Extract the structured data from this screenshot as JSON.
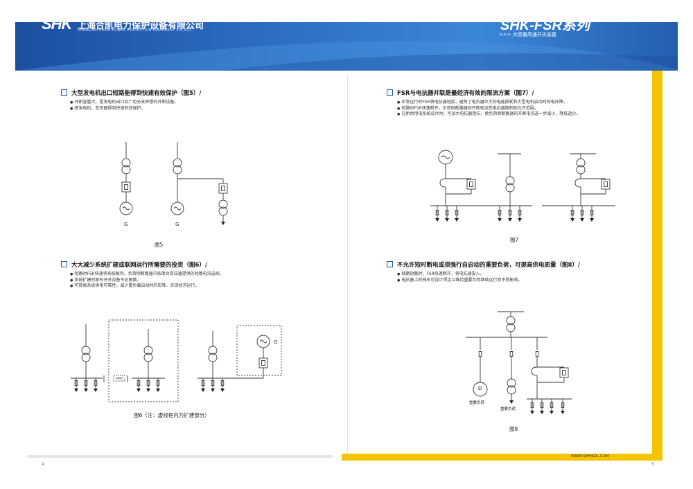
{
  "header": {
    "logo": "SHK",
    "company_cn": "上海合凯电力保护设备有限公司",
    "company_en": "SHANGHAI HEKAI POWER PROTECTION EQUIPMENT CO.,LTD",
    "series": "SHK-FSR系列",
    "series_sub": ">>> 大容量高速开关装置"
  },
  "sections": [
    {
      "title": "大型发电机出口短路能得到快速有效保护（图5）/",
      "bullets": [
        "开断容量大，是发电机出口及厂用分支即想的开断设备。",
        "使发电机、变压器得到快速有效保护。"
      ],
      "figure_caption": "图5",
      "labels": [
        "G",
        "G"
      ]
    },
    {
      "title": "FSR与电抗器并联是最经济有效的限流方案（图7）/",
      "bullets": [
        "正常运行时FSR将电抗器短接，避免了电抗器巨大的电能损耗和大型电机启动时的电压降。",
        "短路时FSR快速断开，负荷侧断路器的开断电流受电抗器限制到允许范围。",
        "在新供用电系统设计时，可加大电抗器阻抗，使负荷侧断路器的开断电流进一步减小，降低造价。"
      ],
      "figure_caption": "图7"
    },
    {
      "title": "大大减少系统扩建或联网运行所需要的投资（图6）/",
      "bullets": [
        "短路时FSR快速将系统解列，负荷侧断路器只按单台变压器提供的短路电流选择。",
        "系统扩建时原有开关设备不必更换。",
        "可提高系统供电可靠性，减少重负载启动时的压降，实现经济运行。"
      ],
      "figure_caption": "图6（注：虚线框内为扩建部分）",
      "labels": [
        "G"
      ]
    },
    {
      "title": "不允许短时断电或须强行自启动的重要负荷，可提高供电质量（图8）/",
      "bullets": [
        "线路短路时，FSR快速断开，将电抗器投入。",
        "电抗器上的残压可设计得足以维持重要负荷继续运行而不受影响。"
      ],
      "figure_caption": "图8",
      "labels": [
        "D",
        "重要负荷",
        "重要负荷"
      ]
    }
  ],
  "footer": {
    "website": "WWW.SHHKDL.COM",
    "page_left": "4",
    "page_right": "5"
  },
  "colors": {
    "header_blue": "#2f73c9",
    "accent_yellow": "#f5c400",
    "title_box": "#1e55a8"
  }
}
